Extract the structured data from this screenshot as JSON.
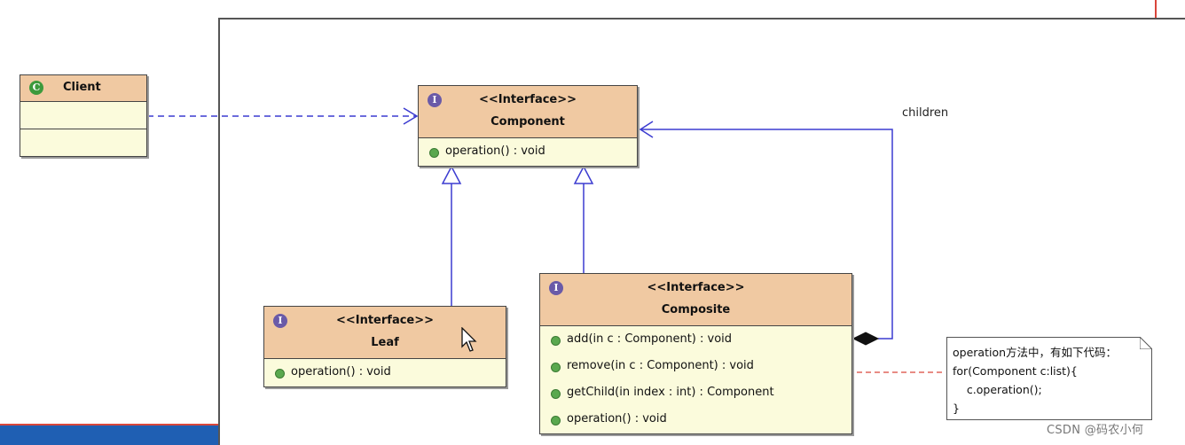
{
  "client": {
    "name": "Client",
    "icon": "class-icon"
  },
  "component": {
    "stereotype": "<<Interface>>",
    "name": "Component",
    "methods": [
      "operation() : void"
    ]
  },
  "leaf": {
    "stereotype": "<<Interface>>",
    "name": "Leaf",
    "methods": [
      "operation() : void"
    ]
  },
  "composite": {
    "stereotype": "<<Interface>>",
    "name": "Composite",
    "methods": [
      "add(in c : Component) : void",
      "remove(in c : Component) : void",
      "getChild(in index : int) : Component",
      "operation() : void"
    ]
  },
  "association_label": "children",
  "note": {
    "lines": [
      "operation方法中，有如下代码：",
      "for(Component c:list){",
      "    c.operation();",
      "}"
    ]
  },
  "watermark": "CSDN @码农小何"
}
